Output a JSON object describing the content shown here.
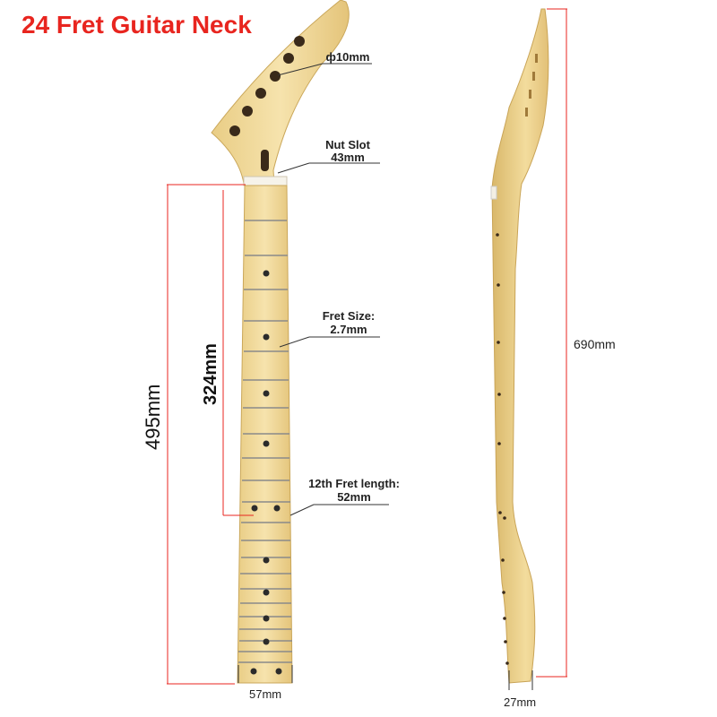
{
  "title": "24 Fret Guitar Neck",
  "labels": {
    "hole_diameter": "ф10mm",
    "nut_slot_title": "Nut Slot",
    "nut_slot_value": "43mm",
    "fret_size_title": "Fret Size:",
    "fret_size_value": "2.7mm",
    "fret12_title": "12th Fret length:",
    "fret12_value": "52mm",
    "heel_width": "57mm",
    "side_thickness": "27mm",
    "total_length": "690mm",
    "dim_495": "495mm",
    "dim_324": "324mm"
  },
  "colors": {
    "title": "#e8251f",
    "dimension_line": "#e8251f",
    "maple": "#f1d99a",
    "fret": "#8a8a8a",
    "dot": "#2b2b2b"
  },
  "icons": [
    "guitar-neck-front",
    "guitar-neck-side"
  ]
}
